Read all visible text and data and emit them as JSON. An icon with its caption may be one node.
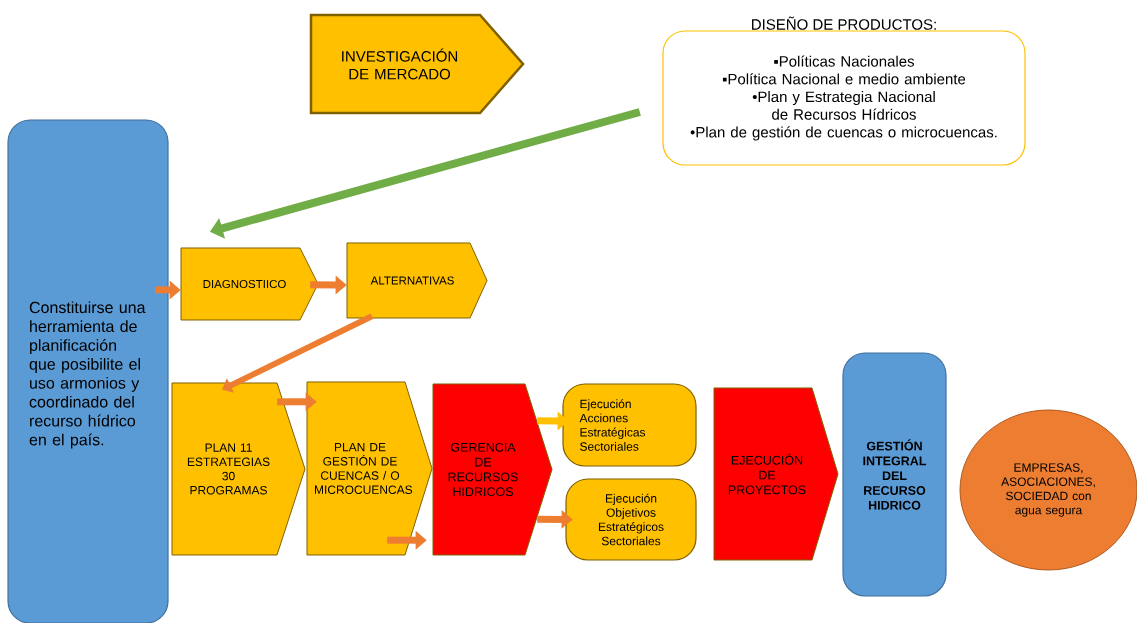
{
  "diagram": {
    "nodes": [
      {
        "text": [
          "INVESTIGACIÓN DE MERCADO"
        ]
      },
      {
        "text": [
          "DISEÑO DE PRODUCTOS:",
          "▪Políticas Nacionales",
          "▪Política Nacional e medio ambiente",
          "•Plan y Estrategia Nacional de Recursos Hídricos",
          "•Plan de gestión de cuencas o microcuencas."
        ]
      },
      {
        "text": [
          "Constituirse una herramienta de planificación que posibilite el uso armonios y coordinado del recurso hídrico en el país."
        ]
      },
      {
        "text": [
          "DIAGNOSTIICO"
        ]
      },
      {
        "text": [
          "ALTERNATIVAS"
        ]
      },
      {
        "text": [
          "PLAN 11 ESTRATEGIAS 30 PROGRAMAS"
        ]
      },
      {
        "text": [
          "PLAN DE GESTIÓN DE CUENCAS / O MICROCUENCAS"
        ]
      },
      {
        "text": [
          "GERENCIA DE RECURSOS HIDRICOS"
        ]
      },
      {
        "text": [
          "Ejecución Acciones Estratégicas Sectoriales"
        ]
      },
      {
        "text": [
          "Ejecución Objetivos Estratégicos Sectoriales"
        ]
      },
      {
        "text": [
          "EJECUCIÓN DE PROYECTOS"
        ]
      },
      {
        "text": [
          "GESTIÓN INTEGRAL DEL RECURSO HIDRICO"
        ]
      },
      {
        "text": [
          "EMPRESAS, ASOCIACIONES, SOCIEDAD con agua segura"
        ]
      }
    ],
    "edges": [
      {
        "from": 1,
        "to": 3,
        "arrow": "to",
        "color": "#70ad47"
      },
      {
        "from": 2,
        "to": 3,
        "arrow": "to"
      },
      {
        "from": 3,
        "to": 4,
        "arrow": "to"
      },
      {
        "from": 4,
        "to": 5,
        "arrow": "to"
      },
      {
        "from": 5,
        "to": 6,
        "arrow": "to"
      },
      {
        "from": 6,
        "to": 7,
        "arrow": "to"
      },
      {
        "from": 7,
        "to": 8,
        "arrow": "to",
        "color": "#ffc000"
      },
      {
        "from": 7,
        "to": 9,
        "arrow": "to"
      }
    ]
  }
}
